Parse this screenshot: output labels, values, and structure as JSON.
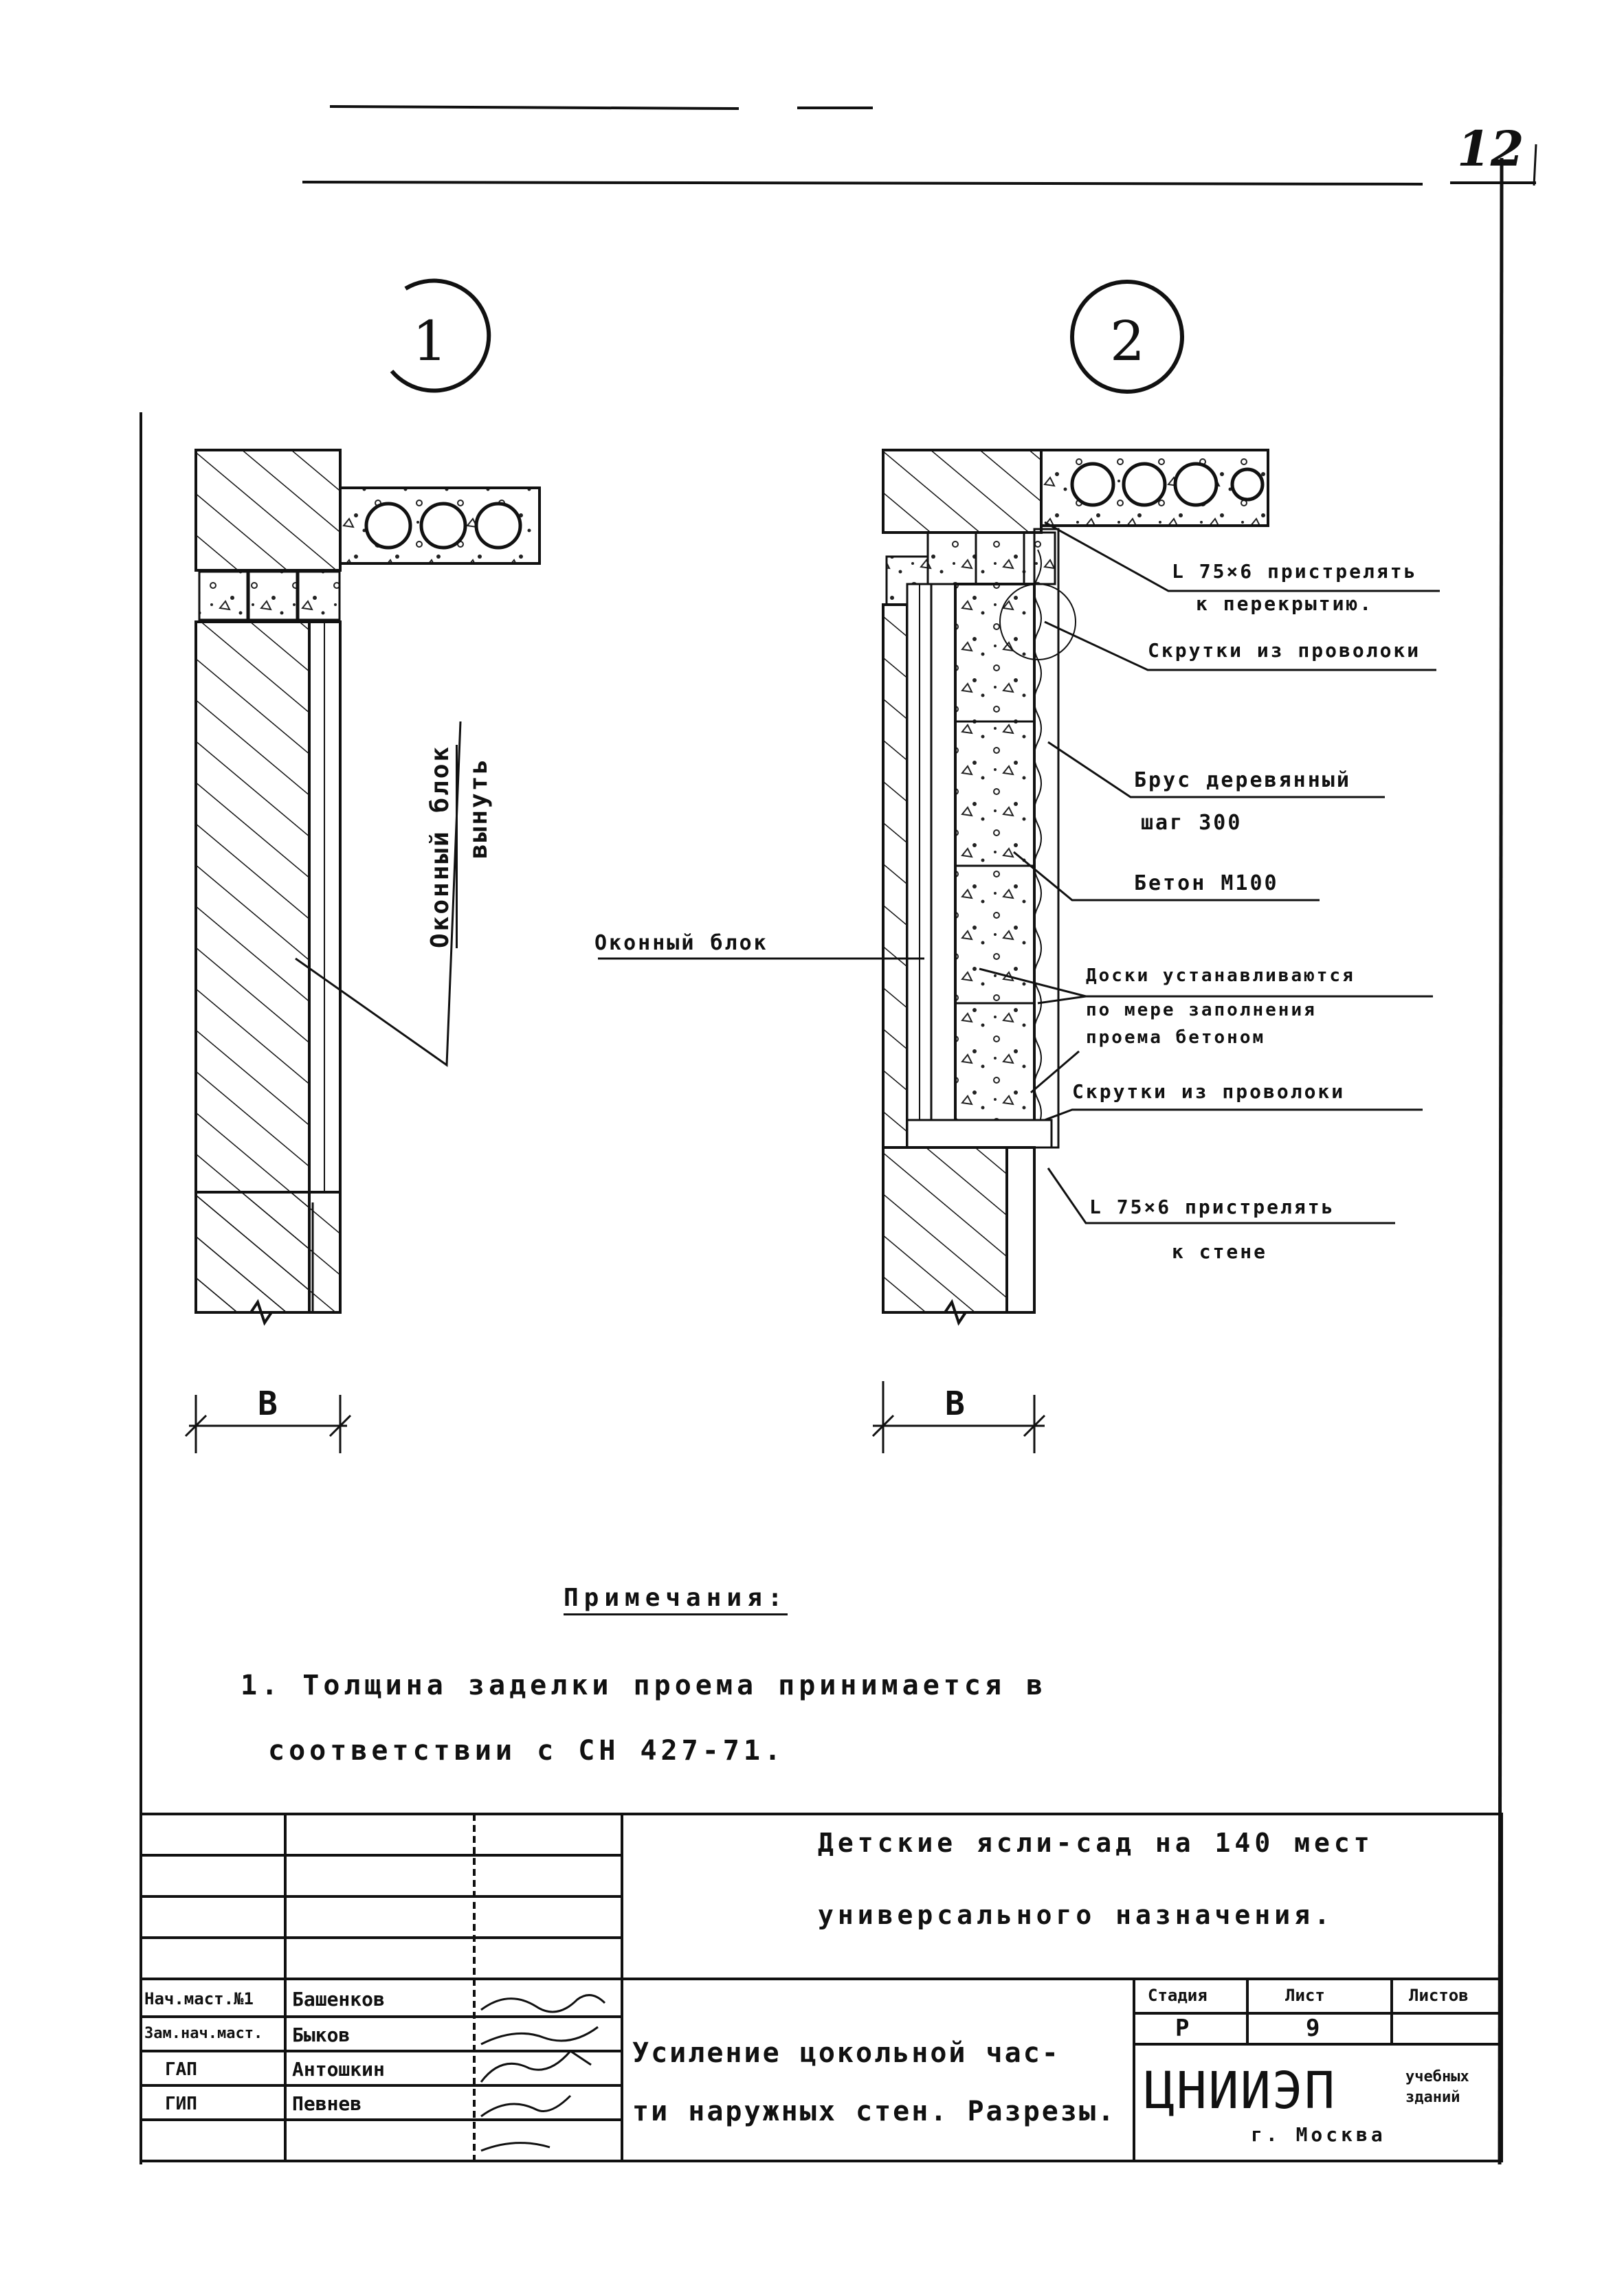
{
  "sheet_number": "12",
  "details": {
    "detail_1": {
      "marker": "1",
      "dimension": "B",
      "label_window_remove": [
        "Оконный блок",
        "вынуть"
      ]
    },
    "detail_2": {
      "marker": "2",
      "dimension": "B",
      "labels": {
        "angle_top": "L 75×6 пристрелять",
        "angle_top_2": "к перекрытию.",
        "wire_twist_top": "Скрутки из проволоки",
        "timber": "Брус деревянный",
        "timber_step": "шаг 300",
        "concrete": "Бетон М100",
        "boards_1": "Доски устанавливаются",
        "boards_2": "по мере заполнения",
        "boards_3": "проема бетоном",
        "wire_twist_bottom": "Скрутки из проволоки",
        "angle_bottom": "L 75×6 пристрелять",
        "angle_bottom_2": "к стене",
        "window_block": "Оконный блок"
      }
    }
  },
  "notes": {
    "heading": "Примечания:",
    "items": [
      "1. Толщина заделки проема принимается в",
      "соответствии с СН 427-71."
    ]
  },
  "title_block": {
    "project_title_1": "Детские ясли-сад на 140 мест",
    "project_title_2": "универсального назначения.",
    "drawing_title_1": "Усиление цокольной час-",
    "drawing_title_2": "ти наружных стен. Разрезы.",
    "stage_header": "Стадия",
    "sheet_header": "Лист",
    "sheets_header": "Листов",
    "stage_value": "Р",
    "sheet_value": "9",
    "org_name": "ЦНИИЭП",
    "org_sub_1": "учебных",
    "org_sub_2": "зданий",
    "org_city": "г. Москва",
    "roles": [
      {
        "role": "Нач.маст.№1",
        "name": "Башенков"
      },
      {
        "role": "Зам.нач.маст.",
        "name": "Быков"
      },
      {
        "role": "ГАП",
        "name": "Антошкин"
      },
      {
        "role": "ГИП",
        "name": "Певнев"
      },
      {
        "role": "",
        "name": ""
      }
    ]
  }
}
